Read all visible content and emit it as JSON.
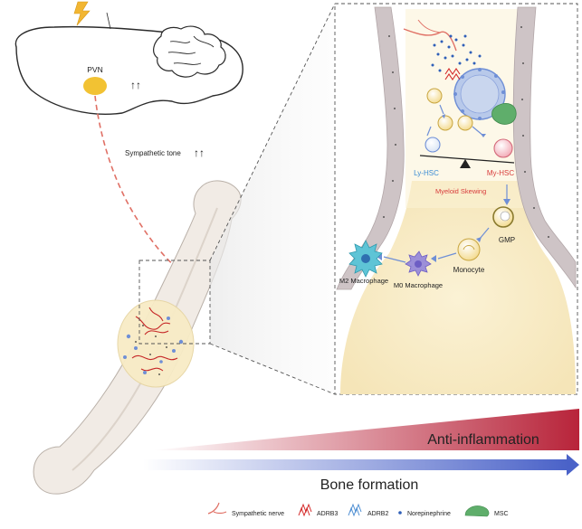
{
  "brain": {
    "region_label": "PVN",
    "arrows": "↑↑"
  },
  "sympathetic_tone": {
    "label": "Sympathetic tone",
    "arrows": "↑↑"
  },
  "inset": {
    "ly_hsc": "Ly-HSC",
    "my_hsc": "My-HSC",
    "myeloid_skewing": "Myeloid Skewing",
    "gmp": "GMP",
    "monocyte": "Monocyte",
    "m0_macrophage": "M0 Macrophage",
    "m2_macrophage": "M2 Macrophage"
  },
  "outcomes": {
    "anti_inflammation": "Anti-inflammation",
    "bone_formation": "Bone formation"
  },
  "legend": [
    {
      "key": "sympathetic-nerve",
      "label": "Sympathetic nerve"
    },
    {
      "key": "adrb3",
      "label": "ADRB3"
    },
    {
      "key": "adrb2",
      "label": "ADRB2"
    },
    {
      "key": "norepinephrine",
      "label": "Norepinephrine"
    },
    {
      "key": "msc",
      "label": "MSC"
    }
  ],
  "colors": {
    "nerve": "#e07065",
    "adrb3": "#d42a2a",
    "adrb2": "#4f8fd3",
    "norepinephrine": "#2f5fb8",
    "msc": "#5fae6b",
    "pvn": "#f2c233",
    "anti_inflammation_bar": "#b8243a",
    "bone_formation_bar": "#4a62c8",
    "my_hsc_text": "#d83b3b",
    "ly_hsc_text": "#3a8bd4"
  }
}
